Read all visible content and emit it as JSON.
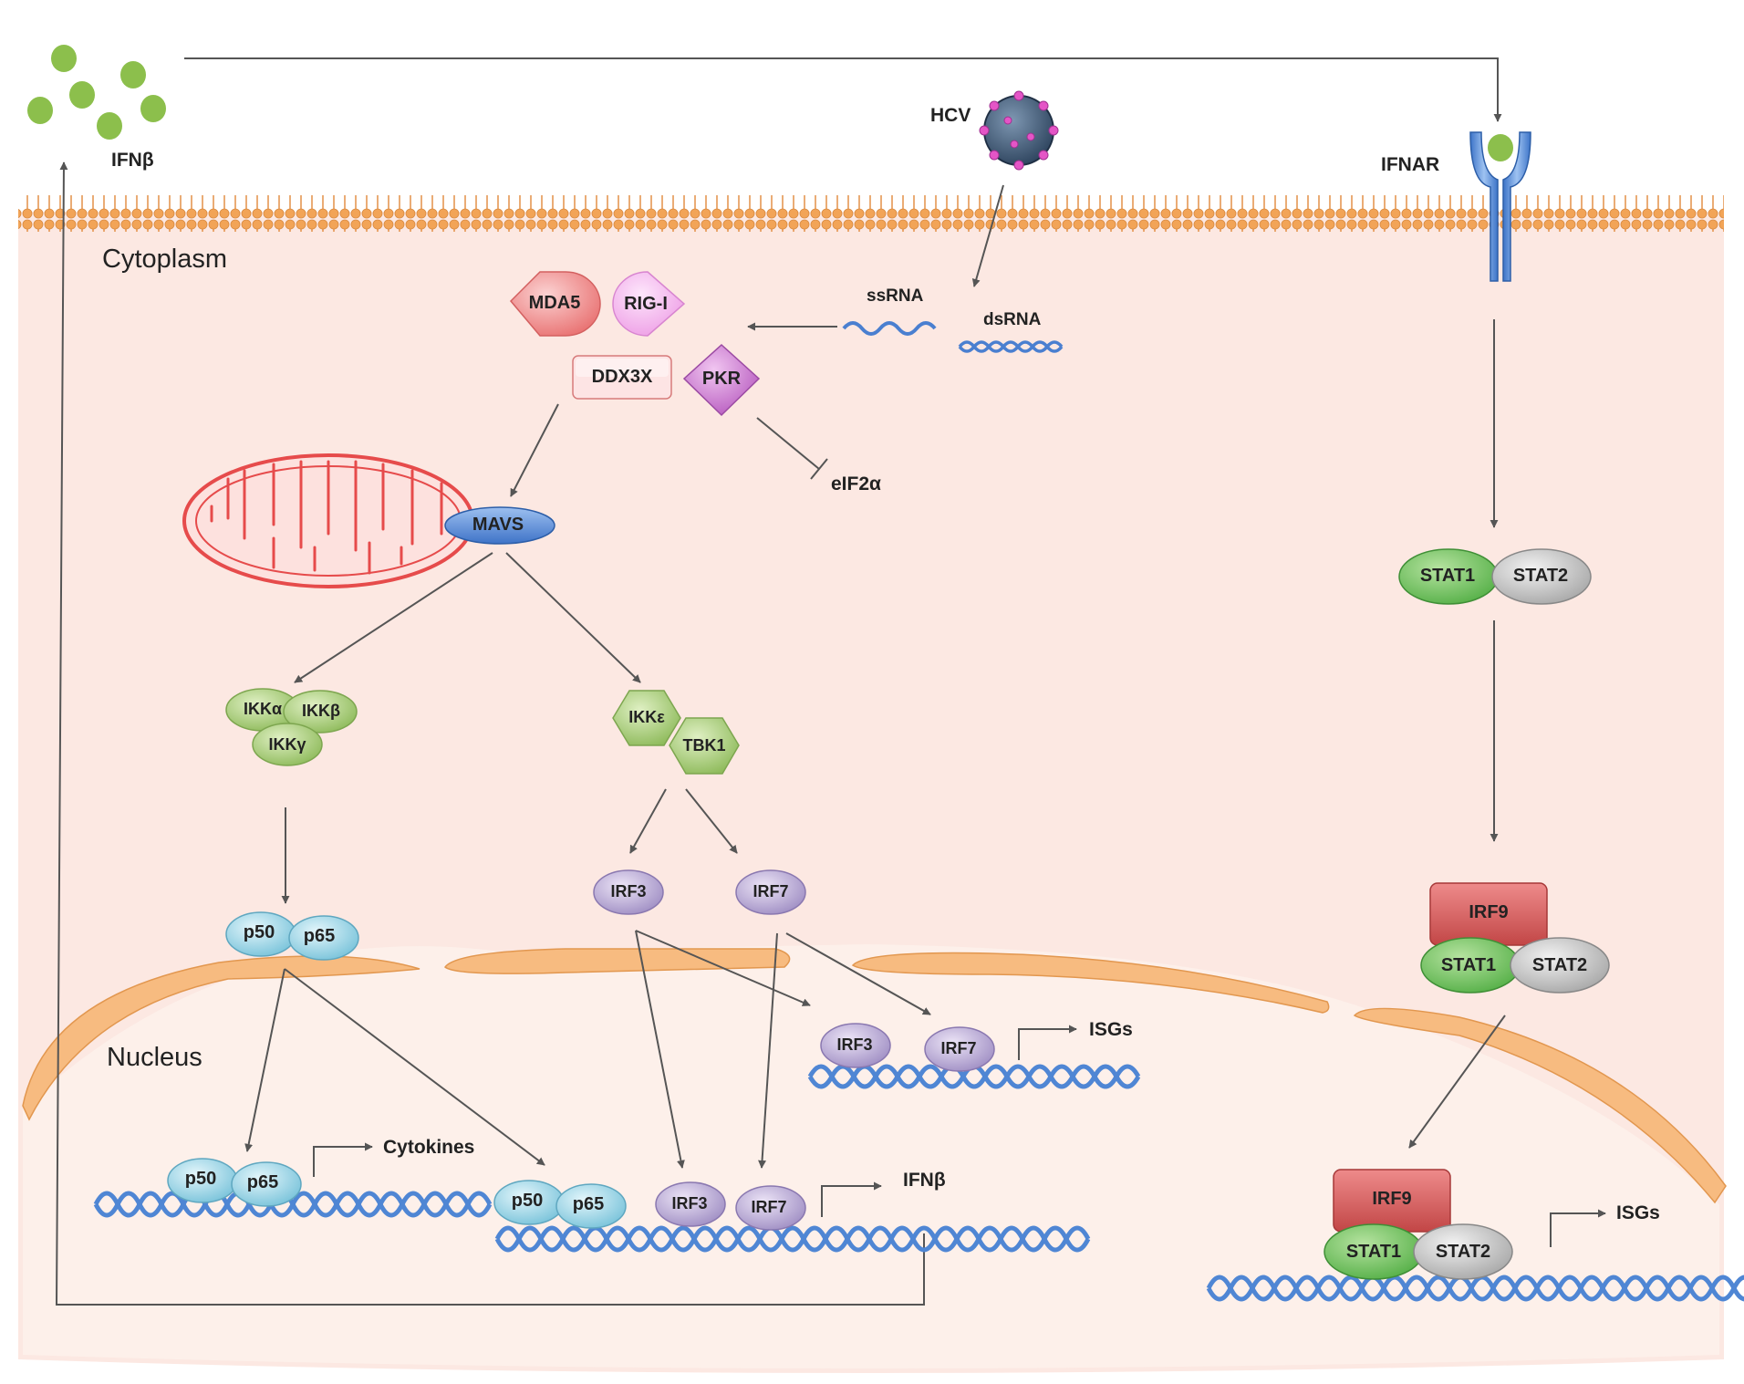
{
  "regions": {
    "cytoplasm": "Cytoplasm",
    "nucleus": "Nucleus"
  },
  "labels": {
    "hcv": "HCV",
    "ifnb_top": "IFNβ",
    "ifnar": "IFNAR",
    "ssrna": "ssRNA",
    "dsrna": "dsRNA",
    "eif2a": "eIF2α",
    "cytokines": "Cytokines",
    "ifnb_out": "IFNβ",
    "isgs_mid": "ISGs",
    "isgs_right": "ISGs"
  },
  "proteins": {
    "mda5": "MDA5",
    "rigi": "RIG-I",
    "ddx3x": "DDX3X",
    "pkr": "PKR",
    "mavs": "MAVS",
    "ikka": "IKKα",
    "ikkb": "IKKβ",
    "ikkg": "IKKγ",
    "ikke": "IKKε",
    "tbk1": "TBK1",
    "irf3": "IRF3",
    "irf7": "IRF7",
    "p50": "p50",
    "p65": "p65",
    "stat1": "STAT1",
    "stat2": "STAT2",
    "irf9": "IRF9"
  },
  "colors": {
    "cytoplasm": "#fce8e2",
    "membrane": "#f0a050",
    "nuclear_envelope": "#f6bb80",
    "dna": "#5b8ed6",
    "green": "#a9cc7e",
    "purple": "#b7a6d2",
    "cyan": "#9fd6e6",
    "gray": "#c8c8c8",
    "red": "#d25a5a",
    "mito": "#e64b4b"
  }
}
